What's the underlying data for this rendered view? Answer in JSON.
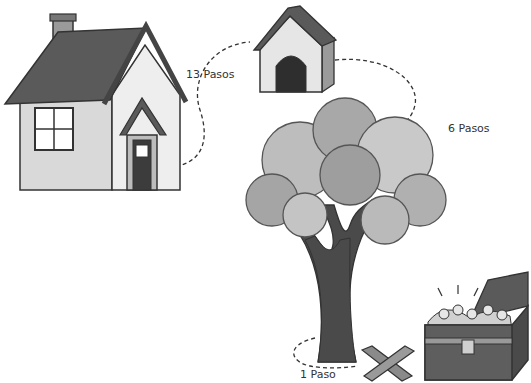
{
  "diagram": {
    "labels": [
      "13 Pasos",
      "6 Pasos",
      "1 Paso"
    ]
  }
}
